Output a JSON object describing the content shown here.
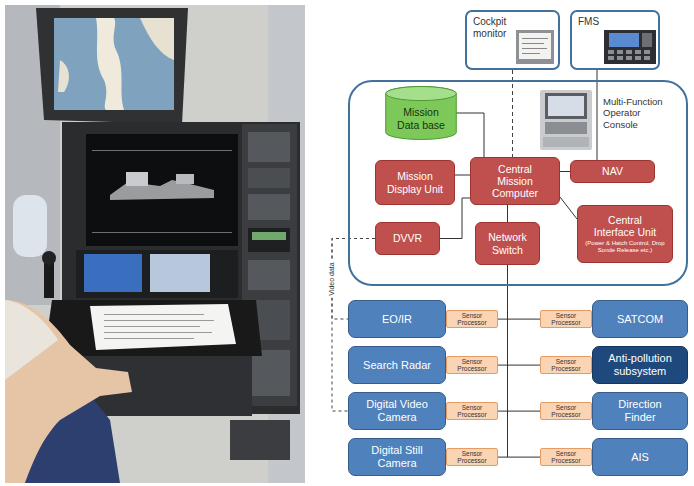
{
  "diagram": {
    "nodes": [
      {
        "text": [
          "Cockpit monitor"
        ]
      },
      {
        "text": [
          "FMS"
        ]
      },
      {
        "text": []
      },
      {
        "text": [
          "Mission Data base"
        ],
        "in": 2
      },
      {
        "text": [
          "Mission Display Unit"
        ],
        "in": 2
      },
      {
        "text": [
          "Central Mission Computer"
        ],
        "in": 2
      },
      {
        "text": [
          "NAV"
        ],
        "in": 2
      },
      {
        "text": [
          "DVVR"
        ],
        "in": 2
      },
      {
        "text": [
          "Network Switch"
        ],
        "in": 2
      },
      {
        "text": [
          "Central Interface Unit",
          "(Power & Hatch Control, Drop Sonde Release etc.)"
        ],
        "in": 2
      },
      {
        "text": [
          "EO/IR"
        ]
      },
      {
        "text": [
          "Sensor Processor"
        ]
      },
      {
        "text": [
          "Sensor Processor"
        ]
      },
      {
        "text": [
          "SATCOM"
        ]
      },
      {
        "text": [
          "Search Radar"
        ]
      },
      {
        "text": [
          "Sensor Processor"
        ]
      },
      {
        "text": [
          "Sensor Processor"
        ]
      },
      {
        "text": [
          "Anti-pollution subsystem"
        ]
      },
      {
        "text": [
          "Digital Video Camera"
        ]
      },
      {
        "text": [
          "Sensor Processor"
        ]
      },
      {
        "text": [
          "Sensor Processor"
        ]
      },
      {
        "text": [
          "Direction Finder"
        ]
      },
      {
        "text": [
          "Digital Still Camera"
        ]
      },
      {
        "text": [
          "Sensor Processor"
        ]
      },
      {
        "text": [
          "Sensor Processor"
        ]
      },
      {
        "text": [
          "AIS"
        ]
      }
    ],
    "edges": [
      {
        "from": 0,
        "to": 5,
        "arrow": "none"
      },
      {
        "from": 1,
        "to": 6,
        "arrow": "none"
      },
      {
        "from": 3,
        "to": 5,
        "arrow": "none"
      },
      {
        "from": 4,
        "to": 5,
        "arrow": "none"
      },
      {
        "from": 5,
        "to": 6,
        "arrow": "none"
      },
      {
        "from": 5,
        "to": 9,
        "arrow": "none"
      },
      {
        "from": 5,
        "to": 8,
        "arrow": "none"
      },
      {
        "from": 7,
        "to": 5,
        "arrow": "none"
      },
      {
        "from": 8,
        "to": 11,
        "arrow": "none"
      },
      {
        "from": 8,
        "to": 12,
        "arrow": "none"
      },
      {
        "from": 8,
        "to": 15,
        "arrow": "none"
      },
      {
        "from": 8,
        "to": 16,
        "arrow": "none"
      },
      {
        "from": 8,
        "to": 19,
        "arrow": "none"
      },
      {
        "from": 8,
        "to": 20,
        "arrow": "none"
      },
      {
        "from": 8,
        "to": 23,
        "arrow": "none"
      },
      {
        "from": 8,
        "to": 24,
        "arrow": "none"
      },
      {
        "from": 7,
        "to": 10,
        "label": "Video data",
        "arrow": "none"
      },
      {
        "from": 7,
        "to": 18,
        "arrow": "none"
      }
    ],
    "labels": [
      "Multi-Function Operator Console"
    ]
  }
}
